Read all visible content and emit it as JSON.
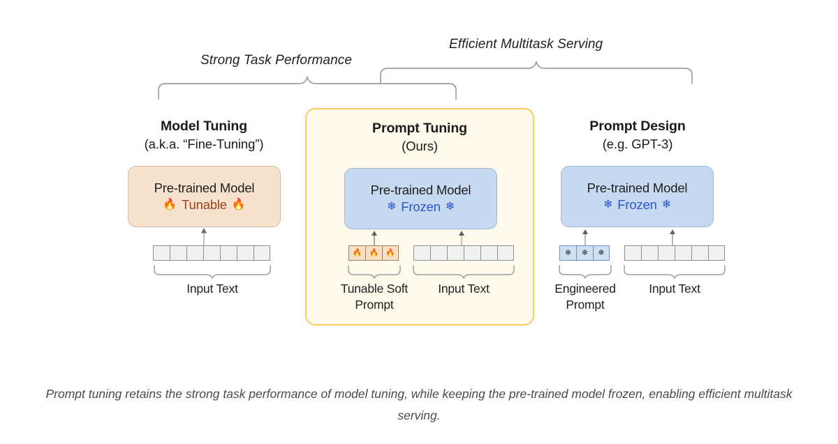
{
  "figure": {
    "brackets": [
      {
        "id": "strong-task-performance",
        "label": "Strong Task Performance"
      },
      {
        "id": "efficient-multitask-serving",
        "label": "Efficient Multitask Serving"
      }
    ],
    "panels": [
      {
        "id": "model-tuning",
        "title": "Model Tuning",
        "subtitle": "(a.k.a. “Fine-Tuning”)",
        "highlighted": false,
        "model_box": {
          "line1": "Pre-trained Model",
          "state": "Tunable",
          "state_icon": "fire-icon",
          "state_glyph": "🔥",
          "fill": "#f6e2cd",
          "border": "#d5bda5",
          "state_color": "#9c4221"
        },
        "groups": [
          {
            "id": "input-text",
            "caption": "Input Text",
            "cells": 7,
            "cell_glyph": "",
            "kind": "plain"
          }
        ]
      },
      {
        "id": "prompt-tuning",
        "title": "Prompt Tuning",
        "subtitle": "(Ours)",
        "highlighted": true,
        "card_fill": "#fdfaec",
        "card_border": "#f4cd62",
        "model_box": {
          "line1": "Pre-trained Model",
          "state": "Frozen",
          "state_icon": "snowflake-icon",
          "state_glyph": "❄",
          "fill": "#c6d9f1",
          "border": "#9fb8d8",
          "state_color": "#2a56c6"
        },
        "groups": [
          {
            "id": "tunable-soft-prompt",
            "caption": "Tunable Soft\nPrompt",
            "caption_line1": "Tunable Soft",
            "caption_line2": "Prompt",
            "cells": 3,
            "cell_glyph": "🔥",
            "kind": "tunable"
          },
          {
            "id": "input-text",
            "caption": "Input Text",
            "cells": 6,
            "cell_glyph": "",
            "kind": "plain"
          }
        ]
      },
      {
        "id": "prompt-design",
        "title": "Prompt Design",
        "subtitle": "(e.g. GPT-3)",
        "highlighted": false,
        "model_box": {
          "line1": "Pre-trained Model",
          "state": "Frozen",
          "state_icon": "snowflake-icon",
          "state_glyph": "❄",
          "fill": "#c6d9f1",
          "border": "#9fb8d8",
          "state_color": "#2a56c6"
        },
        "groups": [
          {
            "id": "engineered-prompt",
            "caption": "Engineered\nPrompt",
            "caption_line1": "Engineered",
            "caption_line2": "Prompt",
            "cells": 3,
            "cell_glyph": "❄",
            "kind": "frozen"
          },
          {
            "id": "input-text",
            "caption": "Input Text",
            "cells": 6,
            "cell_glyph": "",
            "kind": "plain"
          }
        ]
      }
    ],
    "caption": "Prompt tuning retains the strong task performance of model tuning, while keeping the pre-trained model frozen, enabling efficient multitask serving."
  }
}
